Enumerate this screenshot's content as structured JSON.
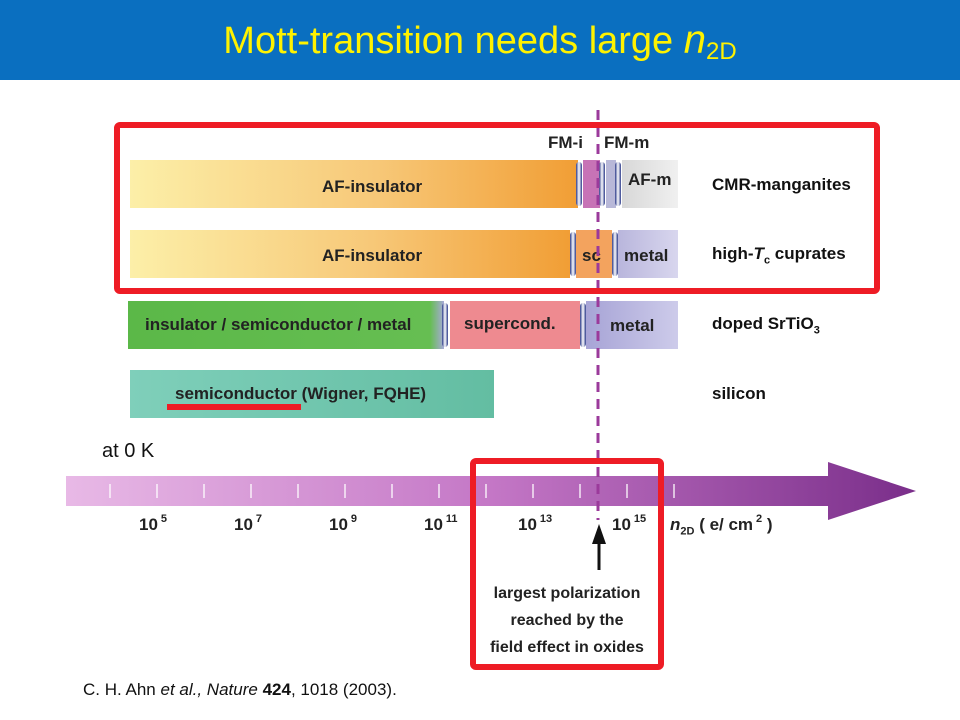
{
  "title": {
    "main": "Mott-transition needs large ",
    "symbol": "n",
    "sub": "2D"
  },
  "rows": [
    {
      "material": "CMR-manganites",
      "phases": [
        "AF-insulator",
        "AF-m"
      ]
    },
    {
      "material_pre": "high-",
      "material_T": "T",
      "material_sub": "c",
      "material_post": " cuprates",
      "phases": [
        "AF-insulator",
        "sc",
        "metal"
      ]
    },
    {
      "material_pre": "doped SrTiO",
      "material_sub": "3",
      "phases": [
        "insulator / semiconductor / metal",
        "supercond.",
        "metal"
      ]
    },
    {
      "material": "silicon",
      "phases": [
        "semiconductor",
        " (Wigner, FQHE)"
      ]
    }
  ],
  "labels_above": {
    "fm_i": "FM-i",
    "fm_m": "FM-m"
  },
  "temperature_note": "at 0 K",
  "axis": {
    "ticks": [
      {
        "base": "10",
        "exp": "5"
      },
      {
        "base": "10",
        "exp": "7"
      },
      {
        "base": "10",
        "exp": "9"
      },
      {
        "base": "10",
        "exp": "11"
      },
      {
        "base": "10",
        "exp": "13"
      },
      {
        "base": "10",
        "exp": "15"
      }
    ],
    "unit_symbol": "n",
    "unit_sub": "2D",
    "unit_rest": "( e/ cm",
    "unit_exp": "2",
    "unit_close": ")"
  },
  "arrow_note": [
    "largest polarization",
    "reached by the",
    "field effect in oxides"
  ],
  "citation": {
    "authors": "C. H. Ahn ",
    "etal": "et al.,",
    "journal": " Nature ",
    "volume": "424",
    "rest": ", 1018 (2003)."
  },
  "colors": {
    "header": "#0a6fc0",
    "title": "#fff200",
    "highlight": "#ee1c25",
    "dashed_line": "#9b3a9b"
  }
}
